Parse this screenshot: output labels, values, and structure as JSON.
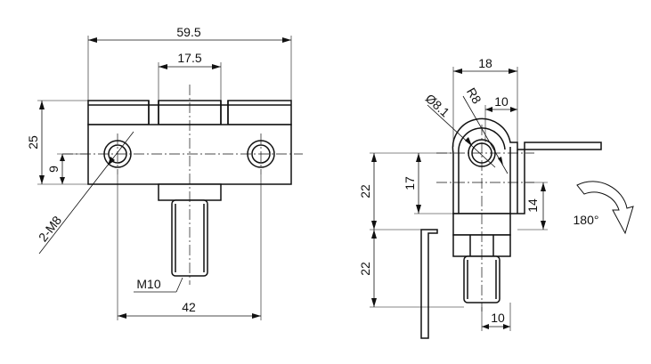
{
  "front_view": {
    "dims": {
      "overall_width": "59.5",
      "top_width": "17.5",
      "height": "25",
      "hole_height": "9",
      "hole_spacing": "42",
      "holes": "2-M8",
      "thread": "M10"
    }
  },
  "side_view": {
    "dims": {
      "width": "18",
      "hole_diameter": "Ø8.1",
      "radius": "R8",
      "flange": "10",
      "upper_height": "22",
      "hole_center": "17",
      "offset": "14",
      "lower_height": "22",
      "thread_width": "10"
    },
    "rotation_label": "180°"
  }
}
